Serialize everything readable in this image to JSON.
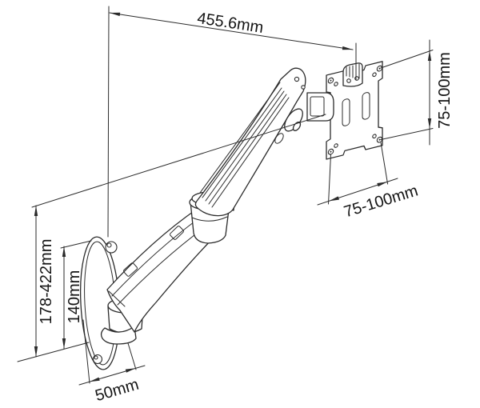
{
  "drawing": {
    "subject": "gas-spring monitor wall mount arm - dimensioned technical side view"
  },
  "dimensions": {
    "reach": {
      "label": "455.6mm"
    },
    "vesa_height": {
      "label": "75-100mm"
    },
    "vesa_width": {
      "label": "75-100mm"
    },
    "height_range": {
      "label": "178-422mm"
    },
    "plate_pivot_height": {
      "label": "140mm"
    },
    "plate_width": {
      "label": "50mm"
    }
  },
  "colors": {
    "background": "#ffffff",
    "line": "#2b2b2b"
  }
}
